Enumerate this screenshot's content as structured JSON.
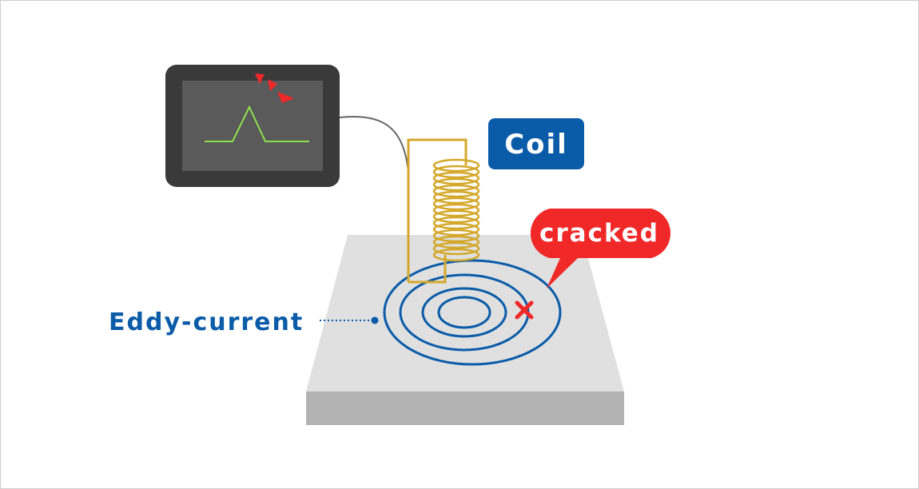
{
  "labels": {
    "coil": "Coil",
    "cracked": "cracked",
    "eddy_current": "Eddy-current"
  },
  "colors": {
    "brand_blue": "#0a5ba8",
    "alert_red": "#f02828",
    "coil_gold": "#d4a82a",
    "signal_green": "#8ee04a",
    "monitor_frame": "#3a3a3a",
    "monitor_screen": "#5a5a5a",
    "plate_top": "#e0e0e0",
    "plate_side": "#b3b3b3"
  },
  "icons": {
    "alert": "alert-wave-icon",
    "crack_mark": "cross-mark-icon"
  }
}
